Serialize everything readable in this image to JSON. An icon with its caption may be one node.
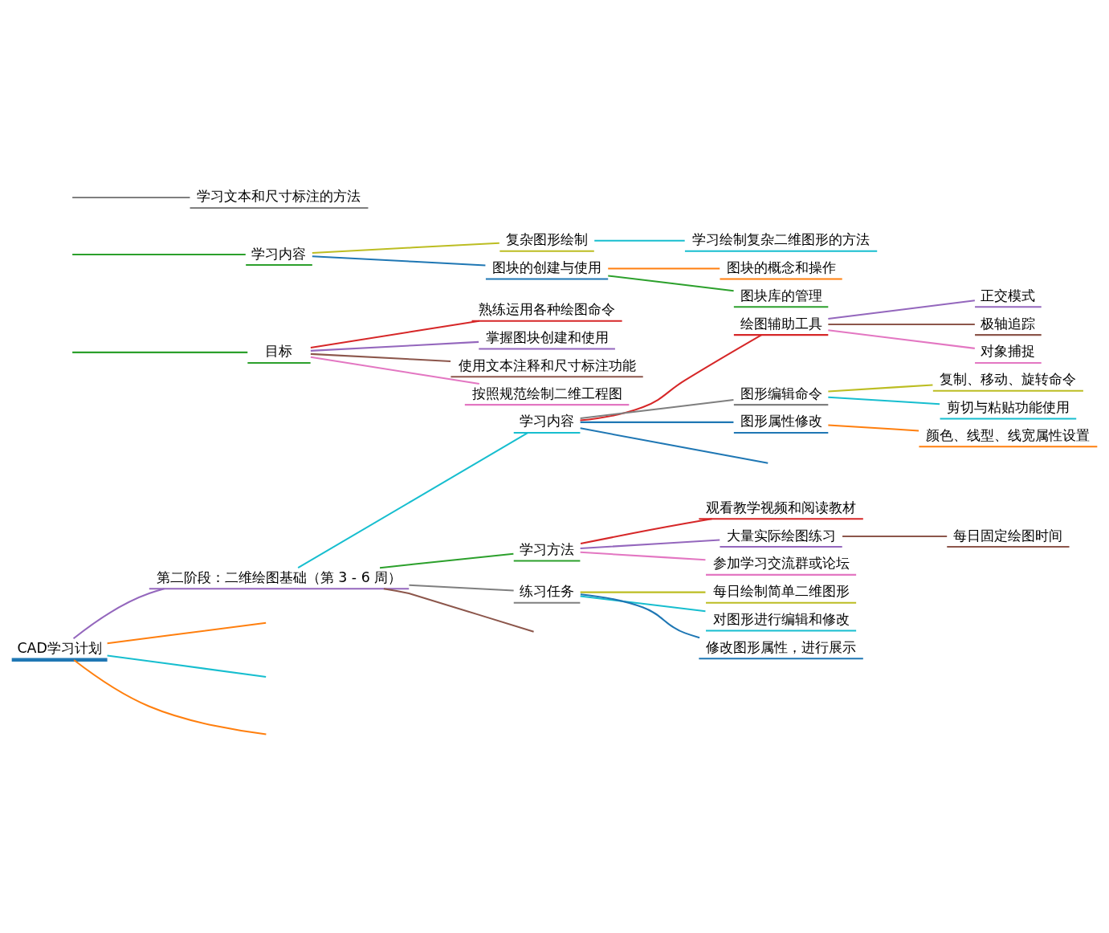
{
  "diagram": {
    "nodes": [
      {
        "text": [
          "CAD学习计划"
        ]
      },
      {
        "text": [
          "第二阶段：二维绘图基础（第 3 - 6 周）"
        ]
      },
      {
        "text": [
          "学习内容"
        ]
      },
      {
        "text": [
          "绘图辅助工具"
        ]
      },
      {
        "text": [
          "正交模式"
        ]
      },
      {
        "text": [
          "极轴追踪"
        ]
      },
      {
        "text": [
          "对象捕捉"
        ]
      },
      {
        "text": [
          "图形编辑命令"
        ]
      },
      {
        "text": [
          "复制、移动、旋转命令"
        ]
      },
      {
        "text": [
          "剪切与粘贴功能使用"
        ]
      },
      {
        "text": [
          "图形属性修改"
        ]
      },
      {
        "text": [
          "颜色、线型、线宽属性设置"
        ]
      },
      {
        "text": [
          "学习方法"
        ]
      },
      {
        "text": [
          "观看教学视频和阅读教材"
        ]
      },
      {
        "text": [
          "大量实际绘图练习"
        ]
      },
      {
        "text": [
          "每日固定绘图时间"
        ]
      },
      {
        "text": [
          "参加学习交流群或论坛"
        ]
      },
      {
        "text": [
          "练习任务"
        ]
      },
      {
        "text": [
          "每日绘制简单二维图形"
        ]
      },
      {
        "text": [
          "对图形进行编辑和修改"
        ]
      },
      {
        "text": [
          "修改图形属性，进行展示"
        ]
      },
      {
        "text": [
          "目标"
        ]
      },
      {
        "text": [
          "熟练运用各种绘图命令"
        ]
      },
      {
        "text": [
          "掌握图块创建和使用"
        ]
      },
      {
        "text": [
          "使用文本注释和尺寸标注功能"
        ]
      },
      {
        "text": [
          "按照规范绘制二维工程图"
        ]
      },
      {
        "text": [
          "学习内容"
        ]
      },
      {
        "text": [
          "复杂图形绘制"
        ]
      },
      {
        "text": [
          "学习绘制复杂二维图形的方法"
        ]
      },
      {
        "text": [
          "图块的创建与使用"
        ]
      },
      {
        "text": [
          "图块的概念和操作"
        ]
      },
      {
        "text": [
          "图块库的管理"
        ]
      },
      {
        "text": [
          "学习文本和尺寸标注的方法"
        ]
      }
    ],
    "edges": [
      {
        "from": 0,
        "to": null,
        "arrow": "none",
        "color": "#ff7f0e"
      },
      {
        "from": 0,
        "to": 1,
        "arrow": "none",
        "color": "#9467bd"
      },
      {
        "from": 1,
        "to": null,
        "arrow": "none",
        "color": "#8c564b"
      },
      {
        "from": 1,
        "to": 2,
        "arrow": "none",
        "color": "#17becf"
      },
      {
        "from": 2,
        "to": null,
        "arrow": "none",
        "color": "#1f77b4"
      },
      {
        "from": 2,
        "to": 3,
        "arrow": "none",
        "color": "#d62728"
      },
      {
        "from": 3,
        "to": 4,
        "arrow": "none",
        "color": "#9467bd"
      },
      {
        "from": 3,
        "to": 5,
        "arrow": "none",
        "color": "#8c564b"
      },
      {
        "from": 3,
        "to": 6,
        "arrow": "none",
        "color": "#e377c2"
      },
      {
        "from": 2,
        "to": 7,
        "arrow": "none",
        "color": "#7f7f7f"
      },
      {
        "from": 7,
        "to": 8,
        "arrow": "none",
        "color": "#bcbd22"
      },
      {
        "from": 7,
        "to": 9,
        "arrow": "none",
        "color": "#17becf"
      },
      {
        "from": 2,
        "to": 10,
        "arrow": "none",
        "color": "#1f77b4"
      },
      {
        "from": 10,
        "to": 11,
        "arrow": "none",
        "color": "#ff7f0e"
      },
      {
        "from": 1,
        "to": 12,
        "arrow": "none",
        "color": "#2ca02c"
      },
      {
        "from": 12,
        "to": 13,
        "arrow": "none",
        "color": "#d62728"
      },
      {
        "from": 12,
        "to": 14,
        "arrow": "none",
        "color": "#9467bd"
      },
      {
        "from": 14,
        "to": 15,
        "arrow": "none",
        "color": "#8c564b"
      },
      {
        "from": 12,
        "to": 16,
        "arrow": "none",
        "color": "#e377c2"
      },
      {
        "from": 1,
        "to": 17,
        "arrow": "none",
        "color": "#7f7f7f"
      },
      {
        "from": 17,
        "to": 18,
        "arrow": "none",
        "color": "#bcbd22"
      },
      {
        "from": 17,
        "to": 19,
        "arrow": "none",
        "color": "#17becf"
      },
      {
        "from": 17,
        "to": 20,
        "arrow": "none",
        "color": "#1f77b4"
      },
      {
        "from": null,
        "to": 21,
        "arrow": "none",
        "color": "#2ca02c"
      },
      {
        "from": 21,
        "to": 22,
        "arrow": "none",
        "color": "#d62728"
      },
      {
        "from": 21,
        "to": 23,
        "arrow": "none",
        "color": "#9467bd"
      },
      {
        "from": 21,
        "to": 24,
        "arrow": "none",
        "color": "#8c564b"
      },
      {
        "from": 21,
        "to": 25,
        "arrow": "none",
        "color": "#e377c2"
      },
      {
        "from": null,
        "to": 26,
        "arrow": "none",
        "color": "#2ca02c"
      },
      {
        "from": 26,
        "to": 27,
        "arrow": "none",
        "color": "#bcbd22"
      },
      {
        "from": 27,
        "to": 28,
        "arrow": "none",
        "color": "#17becf"
      },
      {
        "from": 26,
        "to": 29,
        "arrow": "none",
        "color": "#1f77b4"
      },
      {
        "from": 29,
        "to": 30,
        "arrow": "none",
        "color": "#ff7f0e"
      },
      {
        "from": 29,
        "to": 31,
        "arrow": "none",
        "color": "#2ca02c"
      },
      {
        "from": null,
        "to": 32,
        "arrow": "none",
        "color": "#7f7f7f"
      },
      {
        "from": 0,
        "to": null,
        "arrow": "none",
        "color": "#17becf"
      },
      {
        "from": 0,
        "to": null,
        "arrow": "none",
        "color": "#ff7f0e"
      }
    ]
  }
}
